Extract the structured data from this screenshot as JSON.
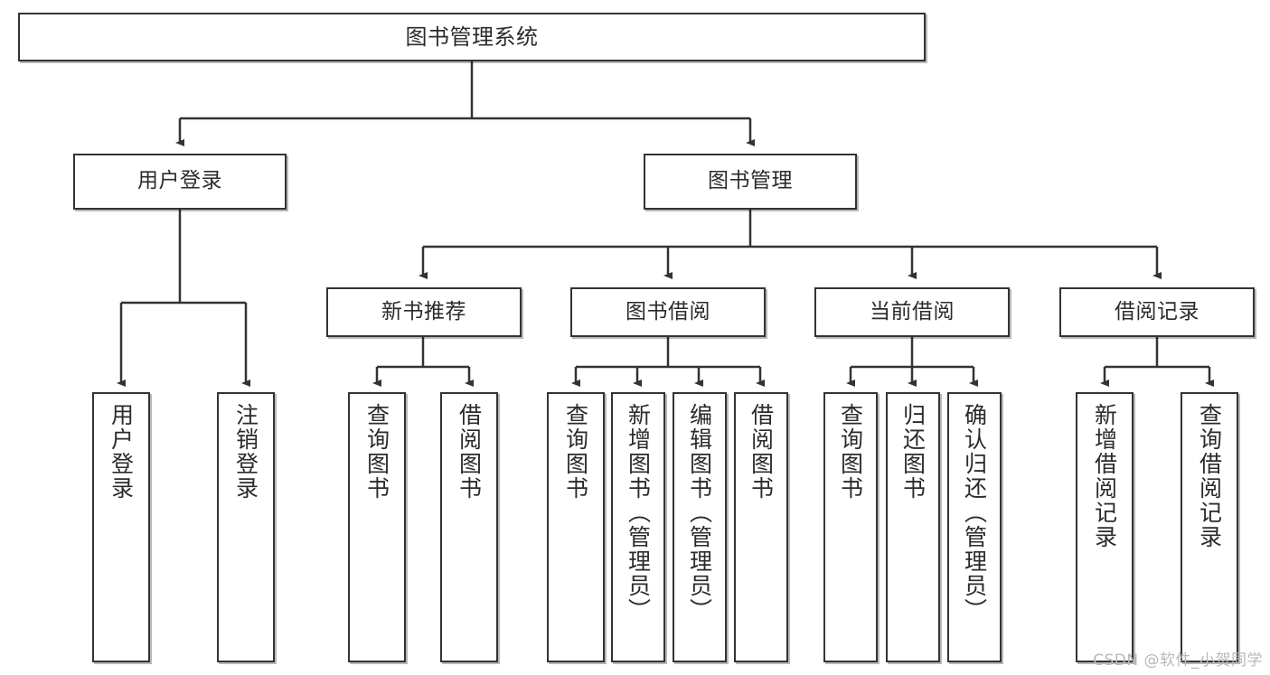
{
  "diagram": {
    "title": "图书管理系统",
    "watermark": "CSDN @软件_小贺同学",
    "colors": {
      "box_border": "#333333",
      "box_fill": "#ffffff",
      "text": "#2b2b2b",
      "connector": "#333333",
      "watermark": "#b8b8b8"
    },
    "levels": {
      "root": {
        "label": "图书管理系统"
      },
      "level2": [
        {
          "id": "user-login",
          "label": "用户登录"
        },
        {
          "id": "book-manage",
          "label": "图书管理"
        }
      ],
      "level3": [
        {
          "id": "new-book-rec",
          "label": "新书推荐"
        },
        {
          "id": "book-borrow",
          "label": "图书借阅"
        },
        {
          "id": "current-borrow",
          "label": "当前借阅"
        },
        {
          "id": "borrow-record",
          "label": "借阅记录"
        }
      ],
      "leaves": {
        "user-login": [
          {
            "id": "leaf-user-login",
            "label": "用户登录"
          },
          {
            "id": "leaf-logout",
            "label": "注销登录"
          }
        ],
        "new-book-rec": [
          {
            "id": "leaf-query-book-1",
            "label": "查询图书"
          },
          {
            "id": "leaf-borrow-book-1",
            "label": "借阅图书"
          }
        ],
        "book-borrow": [
          {
            "id": "leaf-query-book-2",
            "label": "查询图书"
          },
          {
            "id": "leaf-add-book",
            "label": "新增图书（管理员）"
          },
          {
            "id": "leaf-edit-book",
            "label": "编辑图书（管理员）"
          },
          {
            "id": "leaf-borrow-book-2",
            "label": "借阅图书"
          }
        ],
        "current-borrow": [
          {
            "id": "leaf-query-book-3",
            "label": "查询图书"
          },
          {
            "id": "leaf-return-book",
            "label": "归还图书"
          },
          {
            "id": "leaf-confirm-return",
            "label": "确认归还（管理员）"
          }
        ],
        "borrow-record": [
          {
            "id": "leaf-add-record",
            "label": "新增借阅记录"
          },
          {
            "id": "leaf-query-record",
            "label": "查询借阅记录"
          }
        ]
      }
    }
  }
}
